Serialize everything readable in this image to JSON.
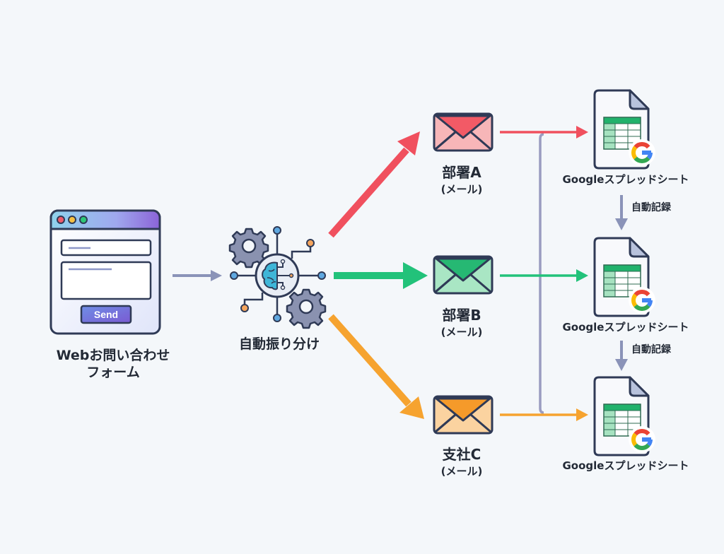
{
  "diagram": {
    "form": {
      "label_line1": "Webお問い合わせ",
      "label_line2": "フォーム",
      "send_button": "Send",
      "icon": "web-form-icon"
    },
    "router": {
      "label": "自動振り分け",
      "icon": "ai-brain-gears-icon"
    },
    "destinations": [
      {
        "name": "部署A",
        "sub": "(メール)",
        "color": "#f0505e",
        "fill": "#f7b6b8",
        "flap": "#f25a66"
      },
      {
        "name": "部署B",
        "sub": "(メール)",
        "color": "#22c27a",
        "fill": "#a9e6c4",
        "flap": "#26b873"
      },
      {
        "name": "支社C",
        "sub": "(メール)",
        "color": "#f6a32f",
        "fill": "#fbd3a0",
        "flap": "#f59a2a"
      }
    ],
    "sheets": [
      {
        "label": "Googleスプレッドシート"
      },
      {
        "label": "Googleスプレッドシート"
      },
      {
        "label": "Googleスプレッドシート"
      }
    ],
    "record_labels": [
      "自動記録",
      "自動記録"
    ],
    "colors": {
      "outline": "#2f3a56",
      "neutral_arrow": "#8a93b8",
      "connector": "#9a9cc0",
      "background": "#f4f7fa"
    }
  }
}
